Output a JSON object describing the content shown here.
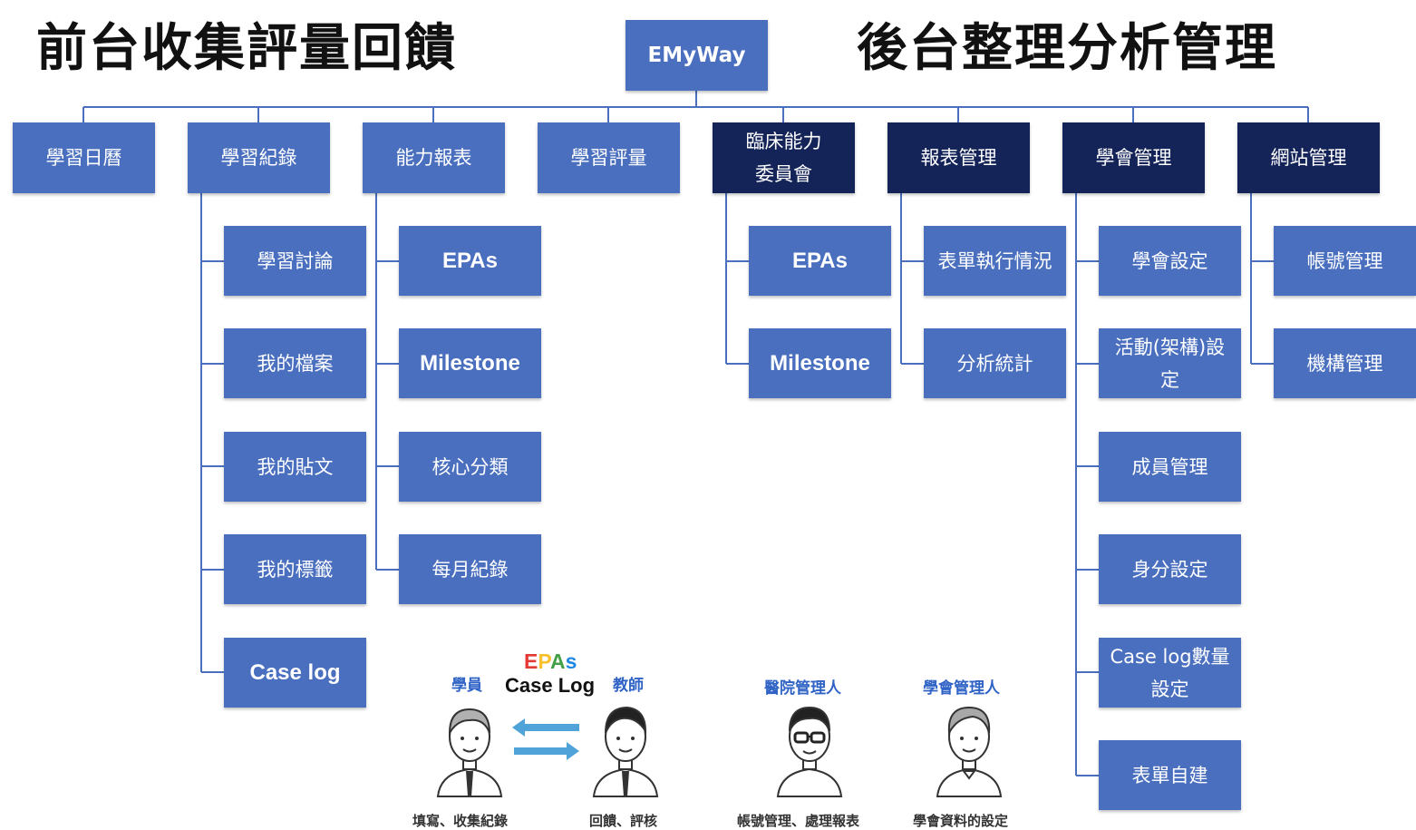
{
  "titles": {
    "left": "前台收集評量回饋",
    "right": "後台整理分析管理"
  },
  "root": {
    "label": "EMyWay"
  },
  "top_nodes": [
    {
      "label": "學習日曆"
    },
    {
      "label": "學習紀錄"
    },
    {
      "label": "能力報表"
    },
    {
      "label": "學習評量"
    },
    {
      "label": "臨床能力委員會",
      "line1": "臨床能力",
      "line2": "委員會"
    },
    {
      "label": "報表管理"
    },
    {
      "label": "學會管理"
    },
    {
      "label": "網站管理"
    }
  ],
  "children": {
    "learning_record": [
      "學習討論",
      "我的檔案",
      "我的貼文",
      "我的標籤",
      "Case log"
    ],
    "competency_report": [
      "EPAs",
      "Milestone",
      "核心分類",
      "每月紀錄"
    ],
    "ccc": [
      "EPAs",
      "Milestone"
    ],
    "report_mgmt": [
      "表單執行情況",
      "分析統計"
    ],
    "society_mgmt": [
      {
        "line1": "學會設定"
      },
      {
        "line1": "活動(架構)設",
        "line2": "定"
      },
      {
        "line1": "成員管理"
      },
      {
        "line1": "身分設定"
      },
      {
        "line1": "Case log數量",
        "line2": "設定"
      },
      {
        "line1": "表單自建"
      }
    ],
    "site_mgmt": [
      "帳號管理",
      "機構管理"
    ]
  },
  "illustration": {
    "epas_letters": [
      "E",
      "P",
      "A",
      "s"
    ],
    "epas_colors": [
      "#e53935",
      "#fbc02d",
      "#43a047",
      "#1e88e5"
    ],
    "caselog": "Case Log",
    "student_label": "學員",
    "teacher_label": "教師",
    "hospital_admin_label": "醫院管理人",
    "society_admin_label": "學會管理人",
    "caption_student": "填寫、收集紀錄",
    "caption_teacher": "回饋、評核",
    "caption_hospital": "帳號管理、處理報表",
    "caption_society": "學會資料的設定",
    "icons": [
      "student-icon",
      "teacher-icon",
      "hospital-admin-icon",
      "society-admin-icon",
      "exchange-arrows-icon"
    ]
  },
  "colors": {
    "light_box": "#4a6fbf",
    "dark_box": "#142458",
    "line": "#4a6fbf"
  }
}
